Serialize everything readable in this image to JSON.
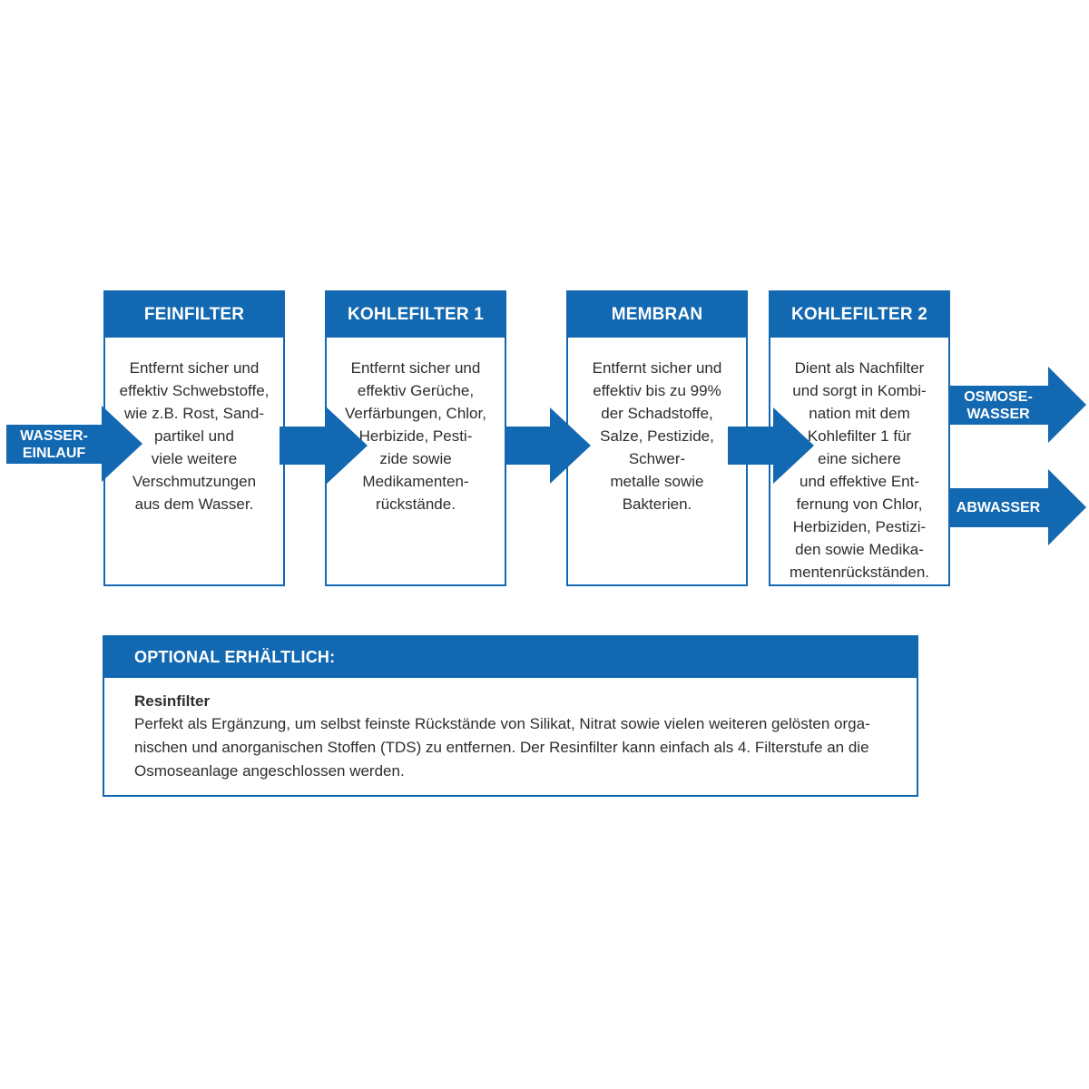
{
  "colors": {
    "brand_blue": "#1268b1",
    "body_text": "#2d2d2d",
    "background": "#ffffff"
  },
  "flow": {
    "inlet_label": "WASSER-\nEINLAUF",
    "stages": [
      {
        "title": "FEINFILTER",
        "body": "Entfernt sicher und\neffektiv Schwebstoffe,\nwie z.B. Rost, Sand-\npartikel und\nviele weitere\nVerschmutzungen\naus dem Wasser."
      },
      {
        "title": "KOHLEFILTER 1",
        "body": "Entfernt sicher und\neffektiv Gerüche,\nVerfärbungen, Chlor,\nHerbizide, Pesti-\nzide sowie\nMedikamenten-\nrückstände."
      },
      {
        "title": "MEMBRAN",
        "body": "Entfernt sicher und\neffektiv bis zu 99%\nder Schadstoffe,\nSalze, Pestizide,\nSchwer-\nmetalle sowie\nBakterien."
      },
      {
        "title": "KOHLEFILTER 2",
        "body": "Dient als Nachfilter\nund sorgt in Kombi-\nnation mit dem\nKohlefilter 1 für\neine sichere\nund effektive Ent-\nfernung von Chlor,\nHerbiziden, Pestizi-\nden sowie Medika-\nmentenrückständen."
      }
    ],
    "outputs": [
      {
        "label": "OSMOSE-\nWASSER"
      },
      {
        "label": "ABWASSER"
      }
    ]
  },
  "optional": {
    "header": "OPTIONAL ERHÄLTLICH:",
    "product": "Resinfilter",
    "description": "Perfekt als Ergänzung, um selbst feinste Rückstände von Silikat, Nitrat sowie vielen weiteren gelösten orga-\nnischen und anorganischen Stoffen (TDS) zu entfernen. Der Resinfilter kann einfach als 4. Filterstufe an die\nOsmoseanlage angeschlossen werden."
  }
}
